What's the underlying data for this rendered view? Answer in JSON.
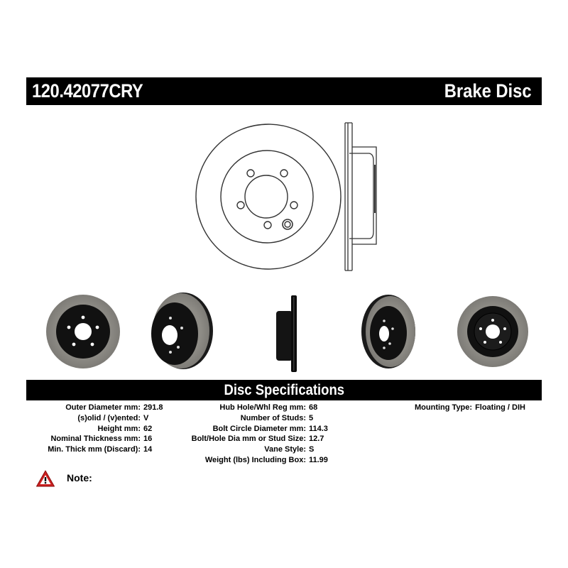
{
  "header": {
    "part_number": "120.42077CRY",
    "product_type": "Brake Disc"
  },
  "drawing": {
    "line_color": "#333333",
    "front_view": {
      "outer_diameter_ring": true,
      "stud_holes": 5,
      "hub_bore": true,
      "locating_screw": true
    },
    "side_view": {
      "profile": "hat-style vented rotor"
    }
  },
  "photos": [
    {
      "view": "front",
      "face_color": "#8c8a84",
      "hat_color": "#111111"
    },
    {
      "view": "angled-rear",
      "face_color": "#8c8a84",
      "hat_color": "#111111"
    },
    {
      "view": "side",
      "face_color": "#111111",
      "hat_color": "#111111"
    },
    {
      "view": "angled-front",
      "face_color": "#8c8a84",
      "hat_color": "#111111"
    },
    {
      "view": "rear",
      "face_color": "#8c8a84",
      "hat_color": "#111111"
    }
  ],
  "specs": {
    "title": "Disc Specifications",
    "column1": [
      {
        "label": "Outer Diameter mm:",
        "value": "291.8"
      },
      {
        "label": "(s)olid / (v)ented:",
        "value": "V"
      },
      {
        "label": "Height mm:",
        "value": "62"
      },
      {
        "label": "Nominal Thickness mm:",
        "value": "16"
      },
      {
        "label": "Min. Thick mm (Discard):",
        "value": "14"
      }
    ],
    "column2": [
      {
        "label": "Hub Hole/Whl Reg mm:",
        "value": "68"
      },
      {
        "label": "Number of Studs:",
        "value": "5"
      },
      {
        "label": "Bolt Circle Diameter mm:",
        "value": "114.3"
      },
      {
        "label": "Bolt/Hole Dia mm or Stud Size:",
        "value": "12.7"
      },
      {
        "label": "Vane Style:",
        "value": "S"
      },
      {
        "label": "Weight (lbs) Including Box:",
        "value": "11.99"
      }
    ],
    "column3": [
      {
        "label": "Mounting Type:",
        "value": "Floating / DIH"
      }
    ]
  },
  "note": {
    "icon": "warning-triangle-icon",
    "label": "Note:",
    "icon_color": "#cc1f1f"
  }
}
